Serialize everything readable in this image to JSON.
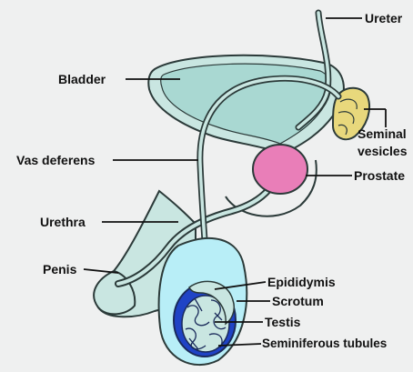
{
  "labels": {
    "ureter": "Ureter",
    "bladder": "Bladder",
    "seminal_line1": "Seminal",
    "seminal_line2": "vesicles",
    "vas_deferens": "Vas deferens",
    "prostate": "Prostate",
    "urethra": "Urethra",
    "penis": "Penis",
    "epididymis": "Epididymis",
    "scrotum": "Scrotum",
    "testis": "Testis",
    "seminiferous_tubules": "Seminiferous tubules"
  },
  "colors": {
    "background": "#eff0f0",
    "organ_fill": "#c9e6e1",
    "bladder_fill": "#a9d8d2",
    "outline": "#2b3a39",
    "prostate": "#e97eb8",
    "seminal_vesicles": "#e8d87c",
    "scrotum": "#b8eef7",
    "testis_outer": "#1f43c6",
    "tubules": "#1a2a5a"
  }
}
